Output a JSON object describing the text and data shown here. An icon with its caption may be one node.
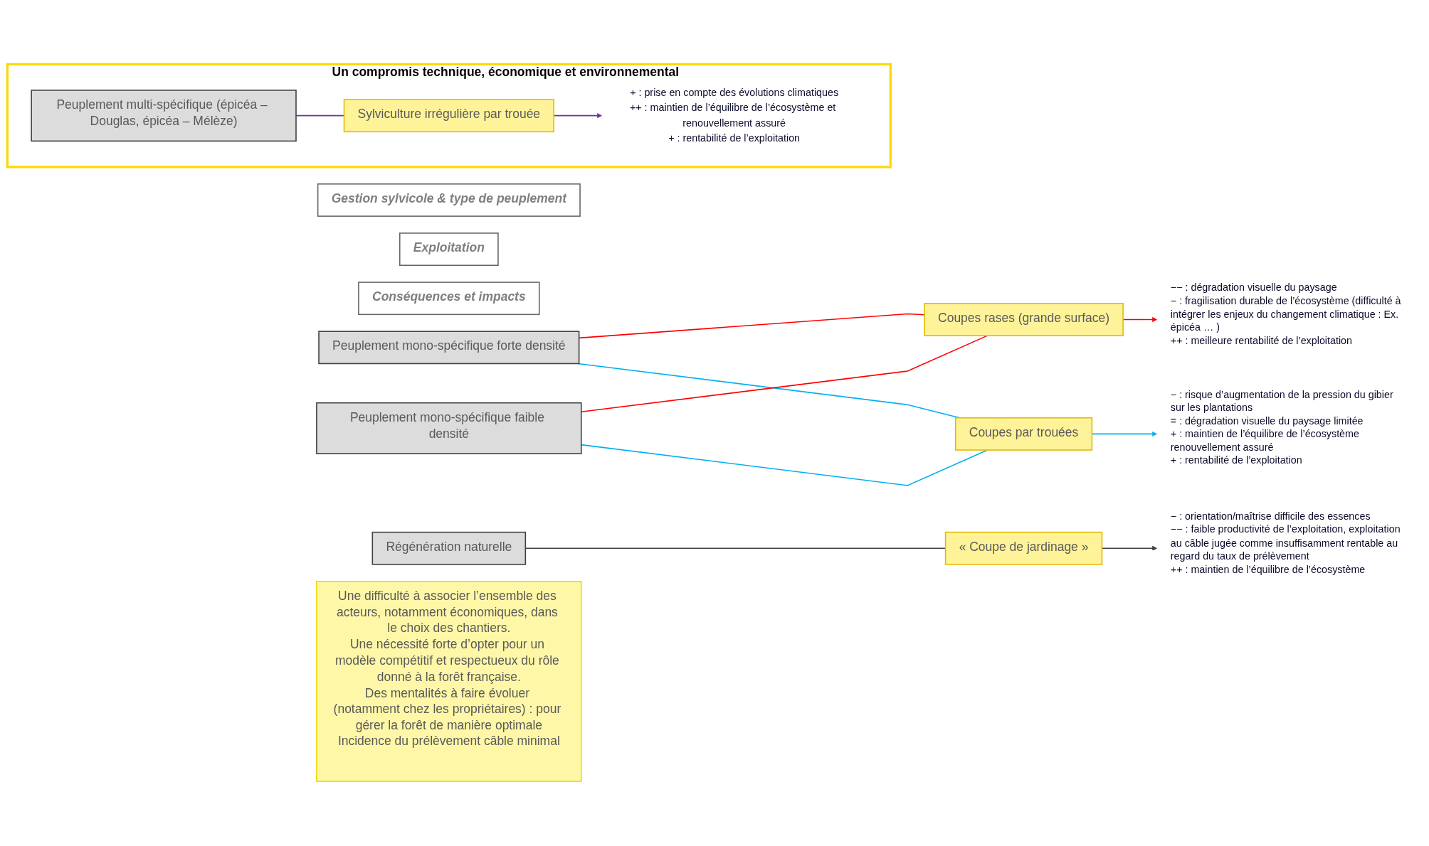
{
  "diagram": {
    "nodes": [
      {
        "text": [
          "Gestion sylvicole & type de peuplement"
        ]
      },
      {
        "text": [
          "Exploitation"
        ]
      },
      {
        "text": [
          "Conséquences et impacts"
        ]
      },
      {
        "text": [
          "Peuplement mono-spécifique forte densité"
        ]
      },
      {
        "text": [
          "Coupes rases (grande surface)"
        ]
      },
      {
        "text": [
          "−− : dégradation visuelle du paysage",
          "− : fragilisation durable de l’écosystème (difficulté à intégrer les enjeux du changement climatique : Ex. épicéa … )",
          "++ : meilleure rentabilité de l’exploitation"
        ]
      },
      {
        "text": [
          "Peuplement mono-spécifique faible densité"
        ]
      },
      {
        "text": [
          "Coupes par trouées"
        ]
      },
      {
        "text": [
          "− : risque d’augmentation de la pression du gibier sur les plantations",
          "= : dégradation visuelle du paysage limitée",
          "+ : maintien de l’équilibre de l’écosystème renouvellement assuré",
          "+ : rentabilité de l’exploitation"
        ]
      },
      {
        "text": [
          "Un compromis technique, économique et environnemental"
        ]
      },
      {
        "text": [
          "Peuplement multi-spécifique (épicéa – Douglas, épicéa – Mélèze)"
        ],
        "in": 9
      },
      {
        "text": [
          "Sylviculture irrégulière par trouée"
        ],
        "in": 9
      },
      {
        "text": [
          "+ : prise en compte des évolutions climatiques",
          "++ : maintien de l’équilibre de l’écosystème et renouvellement assuré",
          "+ : rentabilité de l’exploitation"
        ],
        "in": 9
      },
      {
        "text": [
          "Régénération naturelle"
        ]
      },
      {
        "text": [
          "« Coupe de jardinage »"
        ]
      },
      {
        "text": [
          "− : orientation/maîtrise difficile des essences",
          "−− : faible productivité de l’exploitation, exploitation au câble jugée comme insuffisamment rentable au regard du taux de prélèvement",
          "++ : maintien de l’équilibre de l’écosystème"
        ]
      },
      {
        "text": [
          "Une difficulté à associer l’ensemble des acteurs, notamment économiques, dans le choix des chantiers.",
          "Une nécessité forte d’opter pour un modèle compétitif et respectueux du rôle donné à la forêt française.",
          "Des mentalités à faire évoluer (notamment chez les propriétaires) : pour gérer la forêt de manière optimale",
          "Incidence du prélèvement câble minimal"
        ]
      }
    ],
    "edges": [
      {
        "from": 3,
        "to": 4,
        "arrow": "none",
        "color": "#ff0000"
      },
      {
        "from": 3,
        "to": 7,
        "arrow": "none",
        "color": "#00b0f0"
      },
      {
        "from": 6,
        "to": 4,
        "arrow": "none",
        "color": "#ff0000"
      },
      {
        "from": 6,
        "to": 7,
        "arrow": "none",
        "color": "#00b0f0"
      },
      {
        "from": 4,
        "to": 5,
        "arrow": "to",
        "color": "#ff0000"
      },
      {
        "from": 7,
        "to": 8,
        "arrow": "to",
        "color": "#00b0f0"
      },
      {
        "from": 10,
        "to": 11,
        "arrow": "none",
        "color": "#7030a0"
      },
      {
        "from": 11,
        "to": 12,
        "arrow": "to",
        "color": "#7030a0"
      },
      {
        "from": 13,
        "to": 14,
        "arrow": "none",
        "color": "#404040"
      },
      {
        "from": 14,
        "to": 15,
        "arrow": "to",
        "color": "#404040"
      }
    ]
  }
}
